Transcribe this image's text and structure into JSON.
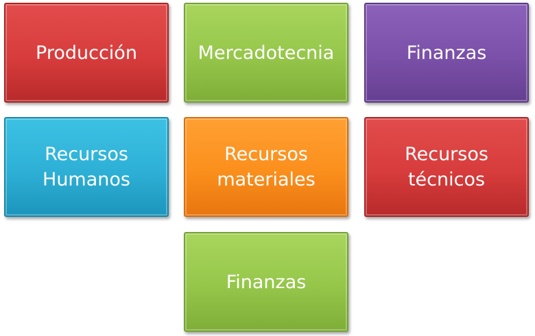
{
  "boxes": [
    {
      "text": "Producción",
      "color": "#d83c3c"
    },
    {
      "text": "Mercadotecnia",
      "color": "#95c64a"
    },
    {
      "text": "Finanzas",
      "color": "#7a50a8"
    },
    {
      "text": "Recursos Humanos",
      "color": "#2eb0d6"
    },
    {
      "text": "Recursos materiales",
      "color": "#fb8f1c"
    },
    {
      "text": "Recursos técnicos",
      "color": "#d83c3c"
    },
    {
      "text": "Finanzas",
      "color": "#95c64a"
    }
  ]
}
